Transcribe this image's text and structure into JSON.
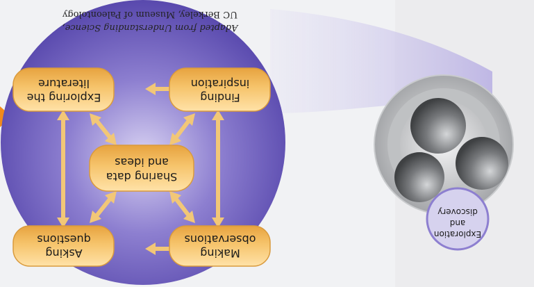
{
  "credit": {
    "line1": "Adapted from Understanding Science,",
    "line2": "UC Berkeley, Museum of Paleontology"
  },
  "nodes": {
    "asking": [
      "Asking",
      "questions"
    ],
    "making": [
      "Making",
      "observations"
    ],
    "sharing": [
      "Sharing data",
      "and ideas"
    ],
    "exploring": [
      "Exploring the",
      "literature"
    ],
    "finding": [
      "Finding",
      "inspiration"
    ]
  },
  "callout": [
    "Exploration",
    "and",
    "discovery"
  ],
  "colors": {
    "purple_disc": "#4f3fa7",
    "node_fill": "#f6c46c",
    "node_text": "#1a1a1a",
    "arrow": "#f6cf8a",
    "gray_sphere": "#6b6d70",
    "orange_pointer": "#f08a1c"
  }
}
